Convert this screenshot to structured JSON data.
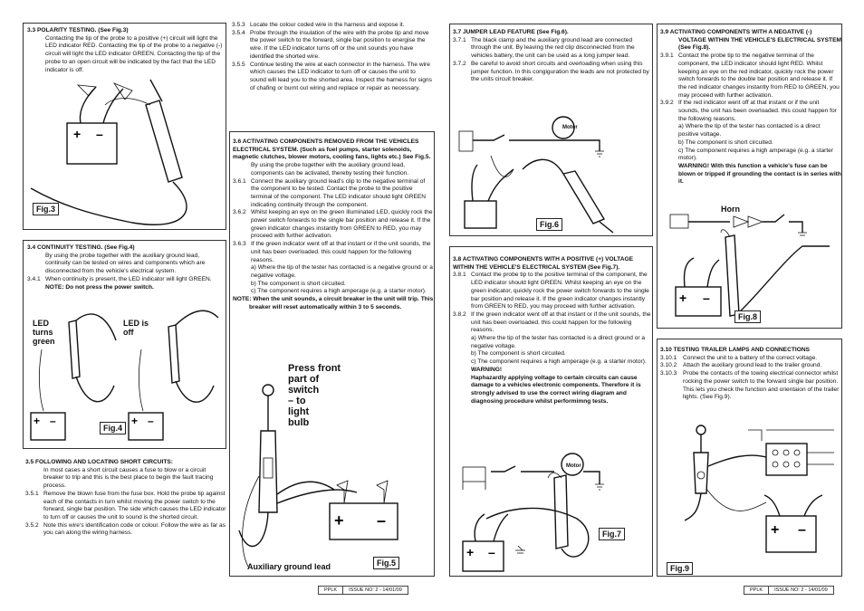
{
  "s33": {
    "head": "3.3      POLARITY TESTING. (See Fig.3)",
    "body": "Contacting the tip of the probe to a positive (+) circuit will light the LED indicator RED. Contacting the tip of the probe to a negative (-) circuit will light the LED indicator GREEN. Contacting the tip of the probe to an open circuit will be indicated by the fact that the LED indicator is off.",
    "fig": "Fig.3"
  },
  "s34": {
    "head": "3.4      CONTINUITY TESTING. (See Fig.4)",
    "body": "By using the probe together with the auxiliary ground lead, continuity can be tested on wires and components which are disconnected from the vehicle's electrical system.",
    "n1": "3.4.1",
    "t1": "When continuity is present, the LED indicator will light GREEN.",
    "t1b": "NOTE: Do not press the power switch.",
    "led_on": "LED turns green",
    "led_off": "LED is off",
    "fig": "Fig.4"
  },
  "s35": {
    "head": "3.5      FOLLOWING AND LOCATING SHORT CIRCUITS:",
    "body": "In most cases a short circuit causes a fuse to blow or a circuit breaker to trip and this is the best place to begin the fault tracing process.",
    "items": [
      {
        "n": "3.5.1",
        "t": "Remove the blown fuse from the fuse box. Hold the probe tip against each of the contacts in turn whilst moving the power switch to the forward, single bar position. The side which causes the LED indicator to turn off or causes the unit to sound is the shorted circuit."
      },
      {
        "n": "3.5.2",
        "t": "Note this wire's identification code or colour. Follow the wire as far as you can along the wiring harness."
      }
    ]
  },
  "s353": {
    "items": [
      {
        "n": "3.5.3",
        "t": "Locate the colour coded wire in the harness and expose it."
      },
      {
        "n": "3.5.4",
        "t": "Probe through the insulation of the wire with the probe tip and move the power switch to the forward, single bar position to energise the wire. If the LED indicator turns off or the unit sounds you have identified the shorted wire."
      },
      {
        "n": "3.5.5",
        "t": "Continue testing the wire at each connector in the harness. The wire which causes the LED indicator to turn off or causes the unit to sound will lead you to the shorted area. Inspect the harness for signs of chafing or burnt out wiring and replace or repair as necessary."
      }
    ]
  },
  "s36": {
    "head": "3.6      ACTIVATING COMPONENTS REMOVED FROM THE VEHICLES ELECTRICAL SYSTEM. (Such as fuel pumps, starter solenoids, magnetic clutches, blower motors, cooling fans, lights etc.) See Fig.5.",
    "body": "By using the probe together with the auxiliary ground lead, components can be activated, thereby testing their function.",
    "items": [
      {
        "n": "3.6.1",
        "t": "Connect the auxiliary ground lead's clip to the negative terminal of the component to be tested. Contact the probe to the positive terminal of the component. The LED indicator should light GREEN indicating continuity through the component."
      },
      {
        "n": "3.6.2",
        "t": "Whilst keeping an eye on the green illuminated LED, quickly rock the power switch forwards to the single bar position and release it. If the green indicator changes instantly from GREEN to RED, you may proceed with     further activation."
      },
      {
        "n": "3.6.3",
        "t": "If the green indicator went off at that instant or if the unit sounds, the unit has been overloaded. this could happen for the following reasons."
      }
    ],
    "reasons": [
      "a) Where the tip of the tester has contacted is a negative ground or a negative voltage.",
      "b) The component is short circuited.",
      "c) The component requires a high amperage (e.g. a starter motor)."
    ],
    "note": "NOTE: When the unit sounds, a circuit breaker in the unit will trip. This breaker will reset automatically  within 3 to 5 seconds.",
    "callout": [
      "Press front",
      "part of",
      "switch",
      "– to",
      "light",
      "bulb"
    ],
    "aux": "Auxiliary ground lead",
    "fig": "Fig.5"
  },
  "s37": {
    "head": "3.7      JUMPER LEAD FEATURE (See Fig.6).",
    "items": [
      {
        "n": "3.7.1",
        "t": "The black clamp and the auxiliary ground lead are connected through the unit. By leaving the red clip disconnected from the vehicles battery, the unit can be used as a long jumper lead."
      },
      {
        "n": "3.7.2",
        "t": "Be careful to avoid short circuits and overloading when using this jumper function. In this congiguration the leads are not protected by the units circuit breaker."
      }
    ],
    "motor": "Motor",
    "fig": "Fig.6"
  },
  "s38": {
    "head": "3.8      ACTIVATING COMPONENTS WITH A POSITIVE (+) VOLTAGE WITHIN THE VEHICLE'S ELECTRICAL SYSTEM (See Fig.7).",
    "items": [
      {
        "n": "3.8.1",
        "t": "Contact the probe tip to the positive terminal of the component, the LED indicator should light GREEN. Whilst keeping an eye on the green indicator, quickly rock the power switch forwards to the single bar position and release it. If the green indicator changes instantly from GREEN to RED, you may proceed with further activation."
      },
      {
        "n": "3.8.2",
        "t": "If the green indicator went off at that instant or if the unit sounds, the unit has been overloaded. this could happen for the following reasons."
      }
    ],
    "reasons": [
      "a) Where the tip of the tester has contacted is a direct ground or a negative voltage.",
      "b) The component is short circuited.",
      "c) The component requires a high amperage (e.g. a starter motor)."
    ],
    "warn_head": "WARNING!",
    "warn": "Haphazardly applying voltage to certain circuits can cause damage to a vehicles electronic components. Therefore it is strongly advised to use the correct wiring diagram and diagnosing procedure whilst performimng tests.",
    "motor": "Motor",
    "fig": "Fig.7"
  },
  "s39": {
    "head": "3.9      ACTIVATING COMPONENTS WITH A NEGATIVE (-) VOLTAGE WITHIN THE VEHICLE'S ELECTRICAL SYSTEM  (See Fig.8).",
    "items": [
      {
        "n": "3.9.1",
        "t": "Contact the probe tip to the negative terminal of the component, the LED indicator should light RED. Whilst keeping an eye on the red indicator, quickly rock the power switch forwards to the double bar position and release it. If the red indicator changes instantly from RED to GREEN, you may proceed with further activation."
      },
      {
        "n": "3.9.2",
        "t": "If the red indicator went off at that instant or if the unit sounds, the unit has been overloaded. this could happen for the following reasons."
      }
    ],
    "reasons": [
      "a) Where the tip of the tester has contacted is a direct positive voltage.",
      "b) The component is short circuited.",
      "c) The component requires a high amperage (e.g. a starter motor)."
    ],
    "warn": "WARNING!  With this function a vehicle's fuse can be blown or tripped if grounding the contact is in series with it.",
    "horn": "Horn",
    "fig": "Fig.8"
  },
  "s310": {
    "head": "3.10    TESTING TRAILER LAMPS AND CONNECTIONS",
    "items": [
      {
        "n": "3.10.1",
        "t": "Connect the unit to a battery of the correct voltage."
      },
      {
        "n": "3.10.2",
        "t": "Attach the auxiliary ground lead to the trailer ground."
      },
      {
        "n": "3.10.3",
        "t": "Probe the contacts of the towing electrical connector whilst rocking the power switch to the forward single bar position. This lets you check the function and orientaion of the trailer lights. (See Fig.9)."
      }
    ],
    "fig": "Fig.9"
  },
  "footer": {
    "code": "PPLK",
    "issue": "ISSUE NO: 2 - 14/01/09"
  }
}
